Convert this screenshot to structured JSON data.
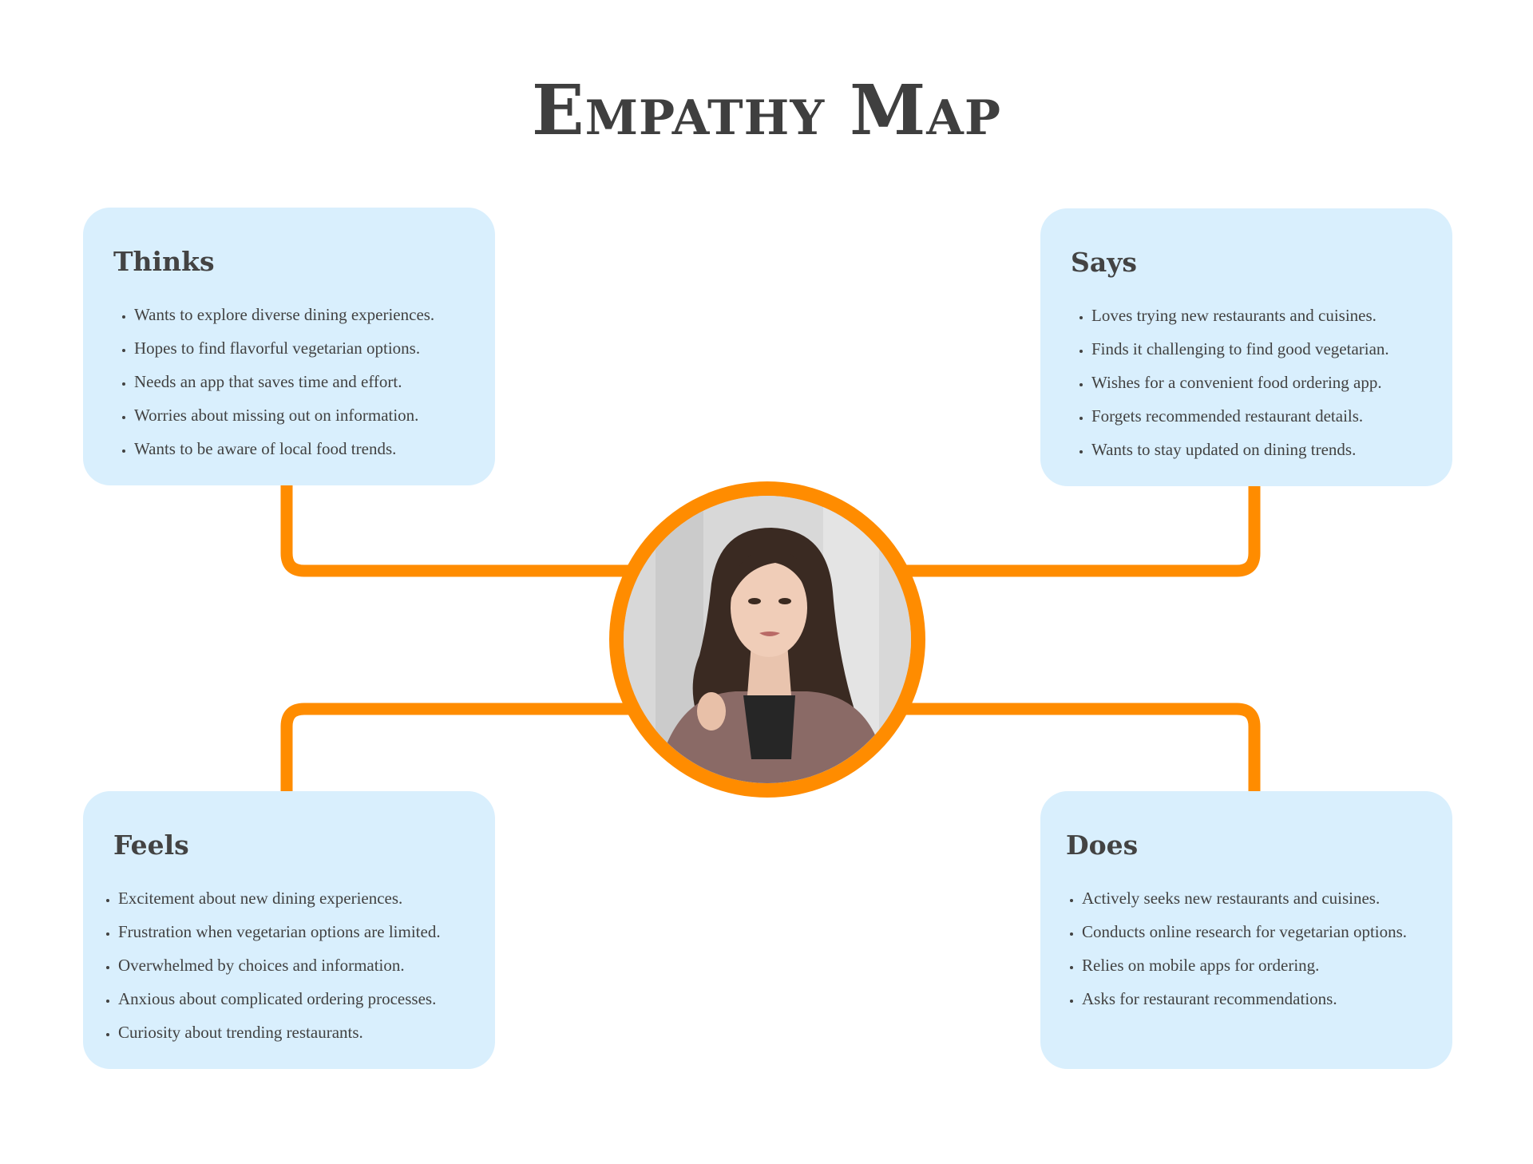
{
  "title": "Empathy Map",
  "accent_color": "#ff8c00",
  "card_color": "#d9effd",
  "quadrants": {
    "thinks": {
      "heading": "Thinks",
      "items": [
        "Wants to explore diverse dining experiences.",
        "Hopes to find flavorful vegetarian options.",
        "Needs an app that saves time and effort.",
        "Worries about missing out on information.",
        "Wants to be aware of local food trends."
      ]
    },
    "says": {
      "heading": "Says",
      "items": [
        "Loves trying new restaurants and cuisines.",
        "Finds it challenging to find good vegetarian.",
        "Wishes for a convenient food ordering app.",
        "Forgets recommended restaurant details.",
        "Wants to stay updated on dining trends."
      ]
    },
    "feels": {
      "heading": "Feels",
      "items": [
        "Excitement about new dining experiences.",
        "Frustration when vegetarian options are limited.",
        "Overwhelmed by choices and information.",
        "Anxious about complicated ordering processes.",
        "Curiosity about trending restaurants."
      ]
    },
    "does": {
      "heading": "Does",
      "items": [
        "Actively seeks new restaurants and cuisines.",
        "Conducts online research for vegetarian options.",
        "Relies on mobile apps for ordering.",
        "Asks for restaurant recommendations."
      ]
    }
  }
}
